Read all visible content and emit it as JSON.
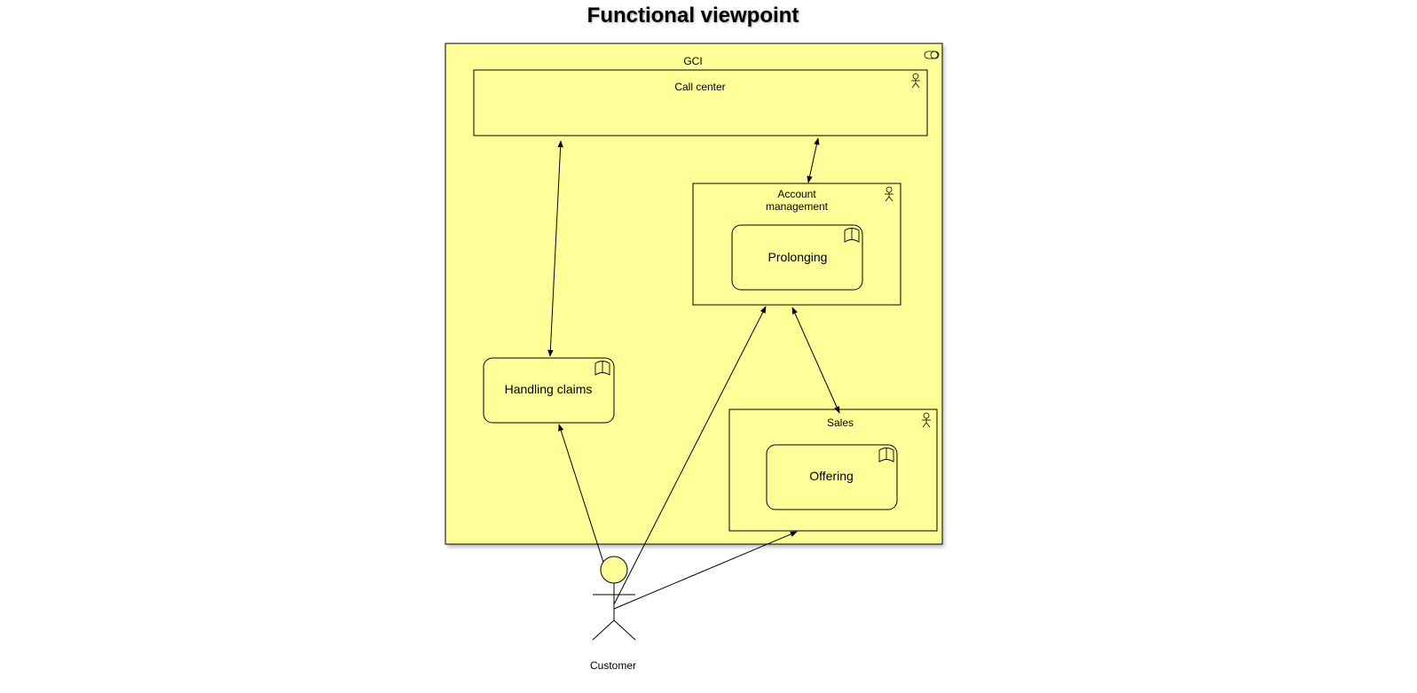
{
  "title": "Functional viewpoint",
  "colors": {
    "fill": "#ffff99",
    "stroke": "#000000",
    "actor_head": "#ffff99"
  },
  "nodes": {
    "gci": {
      "label": "GCI",
      "type": "application-collaboration",
      "icon": "collaboration-icon"
    },
    "call_center": {
      "label": "Call center",
      "type": "business-actor",
      "icon": "actor-icon"
    },
    "account_management": {
      "label_lines": [
        "Account",
        "management"
      ],
      "type": "business-actor",
      "icon": "actor-icon"
    },
    "prolonging": {
      "label": "Prolonging",
      "type": "business-service",
      "icon": "service-icon"
    },
    "handling_claims": {
      "label": "Handling claims",
      "type": "business-service",
      "icon": "service-icon"
    },
    "sales": {
      "label": "Sales",
      "type": "business-actor",
      "icon": "actor-icon"
    },
    "offering": {
      "label": "Offering",
      "type": "business-service",
      "icon": "service-icon"
    },
    "customer": {
      "label": "Customer",
      "type": "actor"
    }
  },
  "edges": [
    {
      "from": "call_center",
      "to": "handling_claims",
      "direction": "both"
    },
    {
      "from": "call_center",
      "to": "account_management",
      "direction": "both"
    },
    {
      "from": "account_management",
      "to": "sales",
      "direction": "both"
    },
    {
      "from": "customer",
      "to": "handling_claims",
      "direction": "forward"
    },
    {
      "from": "customer",
      "to": "account_management",
      "direction": "forward"
    },
    {
      "from": "customer",
      "to": "sales",
      "direction": "forward"
    }
  ]
}
